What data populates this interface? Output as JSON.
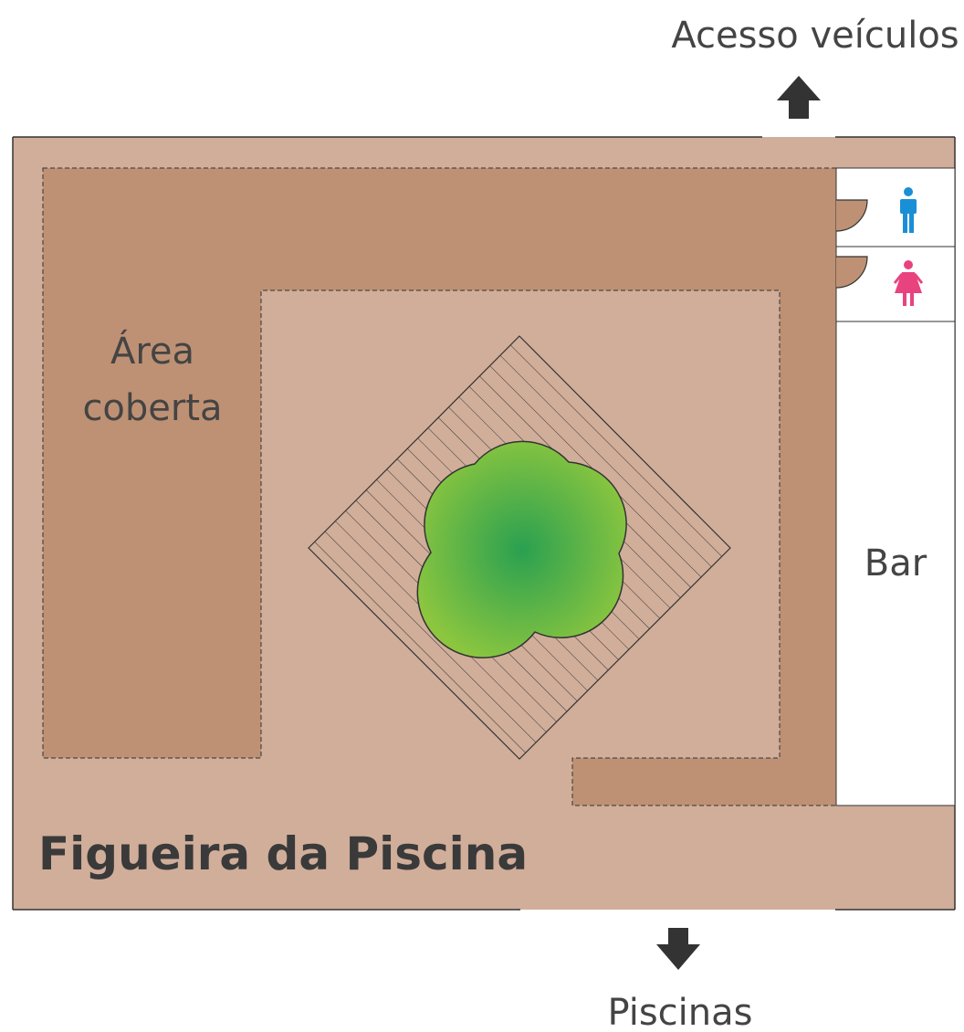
{
  "title": "Figueira da Piscina",
  "labels": {
    "top_exit": "Acesso veículos",
    "bottom_exit": "Piscinas",
    "covered_area_line1": "Área",
    "covered_area_line2": "coberta",
    "bar": "Bar"
  },
  "icons": {
    "men_restroom": "man-icon",
    "women_restroom": "woman-icon",
    "tree": "tree-icon",
    "arrow_up": "arrow-up-icon",
    "arrow_down": "arrow-down-icon"
  },
  "colors": {
    "floor": "#d1ae9a",
    "covered": "#be9174",
    "border": "#333333",
    "arrow": "#333333",
    "men": "#1a8fd6",
    "women": "#e8437f",
    "tree_light": "#8cc63f",
    "tree_dark": "#2aa050",
    "text": "#444444"
  }
}
